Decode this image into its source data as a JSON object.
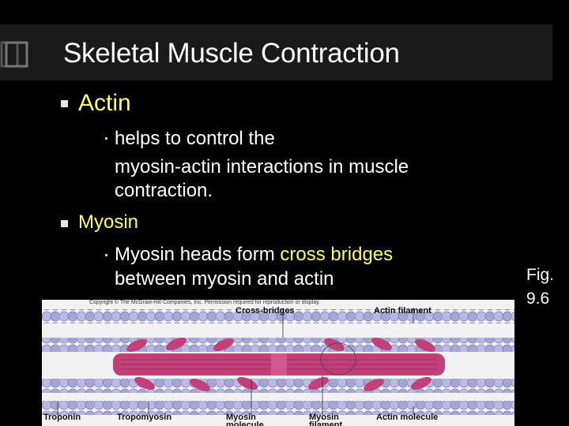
{
  "slide": {
    "title": "Skeletal Muscle Contraction",
    "bullets": [
      {
        "label": "Actin",
        "sub": [
          "helps to control the",
          "myosin-actin interactions in muscle",
          "contraction."
        ]
      },
      {
        "label": "Myosin",
        "sub_parts": {
          "pre": "Myosin heads form ",
          "highlight": "cross bridges",
          "line2": "between myosin and actin"
        }
      }
    ],
    "figure_ref": [
      "Fig.",
      "9.6"
    ]
  },
  "figure": {
    "copyright": "Copyright © The McGraw-Hill Companies, Inc. Permission required for reproduction or display.",
    "labels": {
      "cross_bridges": "Cross-bridges",
      "actin_filament": "Actin filament",
      "troponin": "Troponin",
      "tropomyosin": "Tropomyosin",
      "myosin_molecule_1": "Myosin",
      "myosin_molecule_2": "molecule",
      "myosin_filament_1": "Myosin",
      "myosin_filament_2": "filament",
      "actin_molecule": "Actin molecule"
    }
  },
  "colors": {
    "background": "#000000",
    "title_bar": "#1a1a1a",
    "accent_yellow": "#ffff66",
    "myosin": "#c2407a",
    "actin": "#a9a9d8"
  }
}
